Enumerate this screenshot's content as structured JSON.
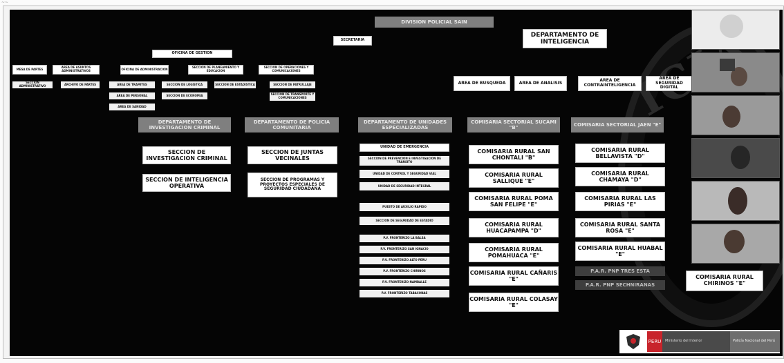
{
  "meeting": {
    "corner_mark": "~~"
  },
  "slide": {
    "title": "DIVISION POLICIAL SAIN",
    "secretaria": "SECRETARIA",
    "dept_inteligencia": "DEPARTAMENTO DE INTELIGENCIA",
    "jefatura": "OFICINA DE GESTION",
    "row1": [
      "MESA DE PARTES",
      "AREA DE ASUNTOS ADMINISTRATIVOS",
      "OFICINA DE ADMINISTRACION",
      "SECCION DE PLANEAMIENTO Y EDUCACION",
      "SECCION DE OPERACIONES Y COMUNICACIONES"
    ],
    "row2a": [
      "SECCION ADMINISTRATIVO",
      "ARCHIVO DE PARTES",
      "AREA DE TRAMITES",
      "SECCION DE LOGISTICA",
      "SECCION DE ESTADISTICA",
      "SECCION DE PATRULLAJE"
    ],
    "row2b": [
      "AREA DE PERSONAL",
      "SECCION DE ECONOMIA",
      "SECCION DE TRANSPORTE Y COMUNICACIONES"
    ],
    "row2c": [
      "AREA DE SANIDAD"
    ],
    "intel_areas": [
      "AREA DE BUSQUEDA",
      "AREA DE ANALISIS",
      "AREA DE CONTRAINTELIGENCIA",
      "AREA DE SEGURIDAD DIGITAL"
    ],
    "dept_headers": [
      "DEPARTAMENTO DE INVESTIGACION CRIMINAL",
      "DEPARTAMENTO DE POLICIA COMUNITARIA",
      "DEPARTAMENTO DE UNIDADES ESPECIALIZADAS",
      "COMISARIA SECTORIAL SUCAMI \"B\"",
      "COMISARIA SECTORIAL JAEN \"E\""
    ],
    "col1": [
      "SECCION DE INVESTIGACION CRIMINAL",
      "SECCION DE INTELIGENCIA OPERATIVA"
    ],
    "col2": [
      "SECCION DE JUNTAS VECINALES",
      "SECCION DE PROGRAMAS Y PROYECTOS ESPECIALES DE SEGURIDAD CIUDADANA"
    ],
    "col3": [
      "UNIDAD DE EMERGENCIA",
      "SECCION DE PREVENCION E INVESTIGACION DE TRANSITO",
      "UNIDAD DE CONTROL Y SEGURIDAD VIAL",
      "UNIDAD DE SEGURIDAD INTEGRAL",
      "PUESTO DE AUXILIO RAPIDO",
      "SECCION DE SEGURIDAD DE ESTADIO",
      "P.V. FRONTERIZO LA BALSA",
      "P.V. FRONTERIZO SAN IGNACIO",
      "P.V. FRONTERIZO ALTO PERU",
      "P.V. FRONTERIZO CHIRINOS",
      "P.V. FRONTERIZO NAMBALLE",
      "P.V. FRONTERIZO TABACONAS"
    ],
    "col4": [
      "COMISARIA RURAL SAN CHONTALI \"B\"",
      "COMISARIA RURAL SALLIQUE \"E\"",
      "COMISARIA RURAL POMA SAN FELIPE \"E\"",
      "COMISARIA RURAL HUACAPAMPA \"D\"",
      "COMISARIA RURAL POMAHUACA \"E\"",
      "COMISARIA RURAL CAÑARIS \"E\"",
      "COMISARIA RURAL COLASAY \"E\""
    ],
    "col5": [
      "COMISARIA RURAL BELLAVISTA \"D\"",
      "COMISARIA RURAL CHAMAYA \"D\"",
      "COMISARIA RURAL LAS PIRIAS \"E\"",
      "COMISARIA RURAL SANTA ROSA \"E\"",
      "COMISARIA RURAL HUABAL \"E\""
    ],
    "col5_dark": [
      "P.A.R. PNP TRES ESTA",
      "P.A.R. PNP SECHNIRANAS"
    ],
    "chirinos": "COMISARIA RURAL CHIRINOS \"E\"",
    "watermark": "ICIA"
  },
  "footer": {
    "brand_short": "PERU",
    "ministerio": "Ministerio del Interior",
    "policia": "Policía Nacional del Perú"
  },
  "colors": {
    "slide_bg": "#050505",
    "title_bg": "#7f7f7f",
    "accent_red": "#c8242b"
  }
}
